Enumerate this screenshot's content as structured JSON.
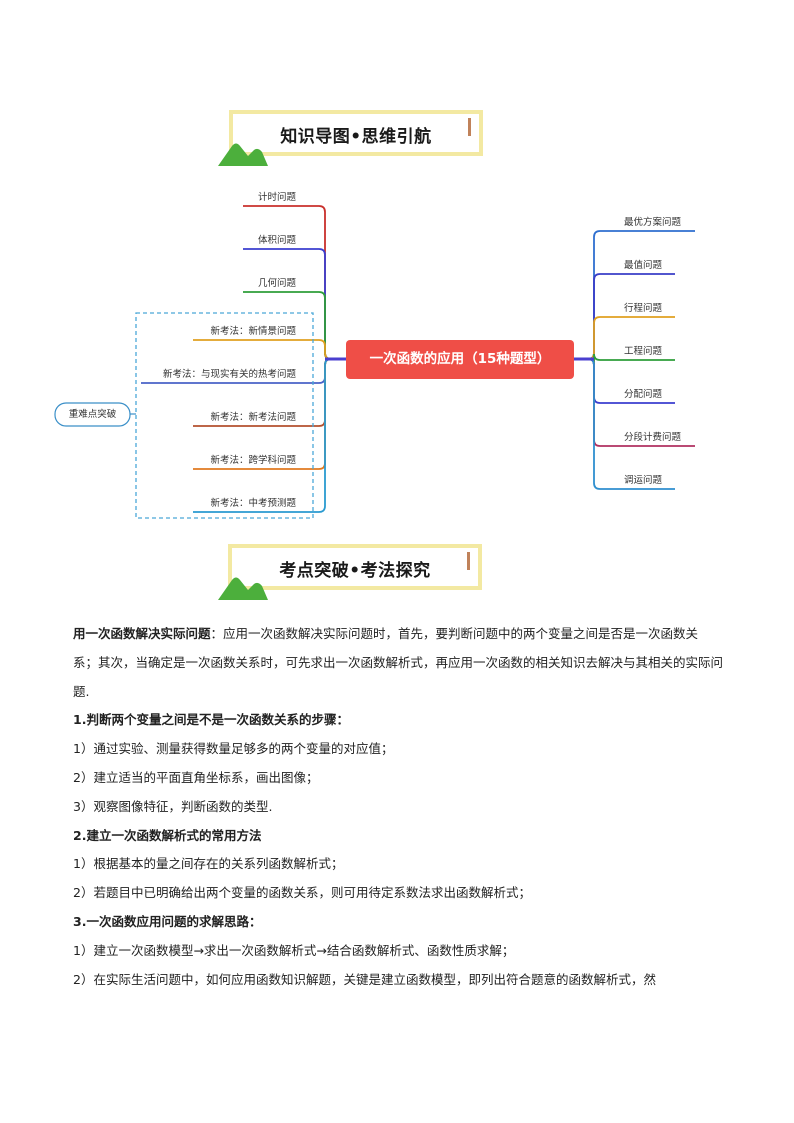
{
  "banner1": {
    "title": "知识导图•思维引航"
  },
  "banner2": {
    "title": "考点突破•考法探究"
  },
  "mindmap": {
    "center": "一次函数的应用（15种题型）",
    "group_label": "重难点突破",
    "left_items": [
      {
        "label": "计时问题",
        "color": "#c9302c"
      },
      {
        "label": "体积问题",
        "color": "#3b3fcf"
      },
      {
        "label": "几何问题",
        "color": "#2e9e3a"
      },
      {
        "label": "新考法：新情景问题",
        "color": "#e0a020"
      },
      {
        "label": "新考法：与现实有关的热考问题",
        "color": "#4a63c8"
      },
      {
        "label": "新考法：新考法问题",
        "color": "#b4502e"
      },
      {
        "label": "新考法：跨学科问题",
        "color": "#e07a20"
      },
      {
        "label": "新考法：中考预测题",
        "color": "#2a9ad0"
      }
    ],
    "right_items": [
      {
        "label": "最优方案问题",
        "color": "#2f6fcf"
      },
      {
        "label": "最值问题",
        "color": "#3a3fc8"
      },
      {
        "label": "行程问题",
        "color": "#e0a020"
      },
      {
        "label": "工程问题",
        "color": "#2e9e3a"
      },
      {
        "label": "分配问题",
        "color": "#3b3fcf"
      },
      {
        "label": "分段计费问题",
        "color": "#b03060"
      },
      {
        "label": "调运问题",
        "color": "#2f8fcf"
      },
      {
        "label": "",
        "color": "#c02a8a"
      }
    ]
  },
  "content": {
    "intro_bold": "用一次函数解决实际问题",
    "intro_rest": "：应用一次函数解决实际问题时，首先，要判断问题中的两个变量之间是否是一次函数关系；其次，当确定是一次函数关系时，可先求出一次函数解析式，再应用一次函数的相关知识去解决与其相关的实际问题.",
    "s1_title": "1.判断两个变量之间是不是一次函数关系的步骤：",
    "s1_items": [
      "1）通过实验、测量获得数量足够多的两个变量的对应值；",
      "2）建立适当的平面直角坐标系，画出图像；",
      "3）观察图像特征，判断函数的类型."
    ],
    "s2_title": "2.建立一次函数解析式的常用方法",
    "s2_items": [
      "1）根据基本的量之间存在的关系列函数解析式；",
      "2）若题目中已明确给出两个变量的函数关系，则可用待定系数法求出函数解析式；"
    ],
    "s3_title": "3.一次函数应用问题的求解思路：",
    "s3_items": [
      "1）建立一次函数模型→求出一次函数解析式→结合函数解析式、函数性质求解；",
      "2）在实际生活问题中，如何应用函数知识解题，关键是建立函数模型，即列出符合题意的函数解析式，然"
    ]
  }
}
